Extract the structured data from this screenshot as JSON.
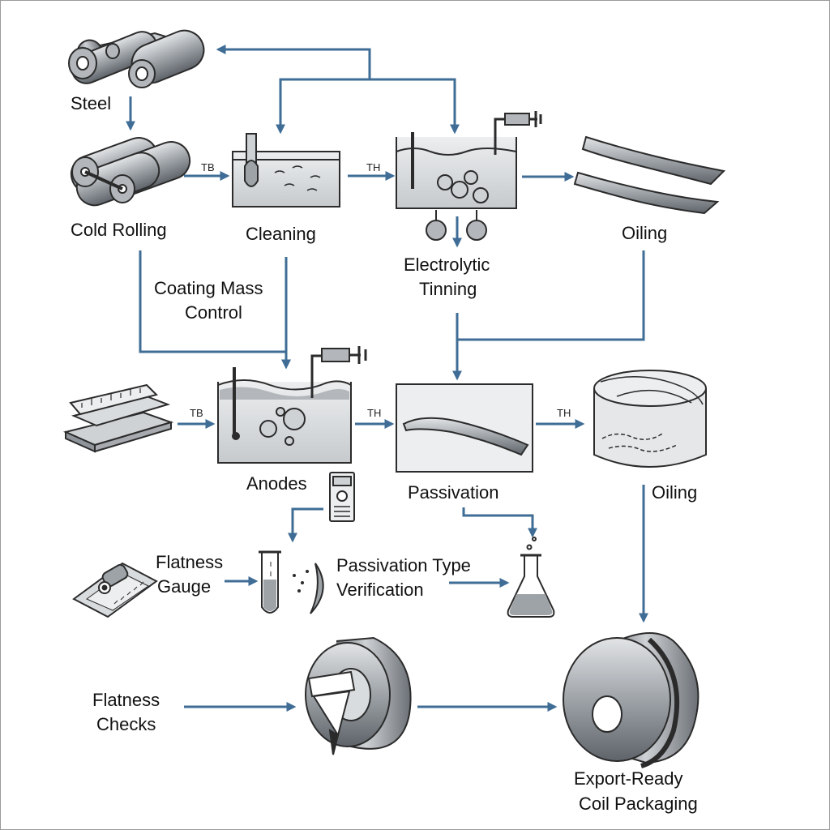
{
  "colors": {
    "arrow": "#3f6d96",
    "outline": "#2b2b2b",
    "metal": "#9aa0a6",
    "liquid": "#d9dcde",
    "paper": "#ffffff"
  },
  "labels": {
    "steel": "Steel",
    "cold_rolling": "Cold Rolling",
    "cleaning": "Cleaning",
    "electrolytic_tinning_1": "Electrolytic",
    "electrolytic_tinning_2": "Tinning",
    "oiling_top": "Oiling",
    "coating_mass_control_1": "Coating Mass",
    "coating_mass_control_2": "Control",
    "anodes": "Anodes",
    "passivation": "Passivation",
    "oiling_mid": "Oiling",
    "flatness_gauge_1": "Flatness",
    "flatness_gauge_2": "Gauge",
    "passivation_type_verification_1": "Passivation Type",
    "passivation_type_verification_2": "Verification",
    "flatness_checks_1": "Flatness",
    "flatness_checks_2": "Checks",
    "export_ready_1": "Export-Ready",
    "export_ready_2": "Coil Packaging"
  },
  "arrow_tags": {
    "rolling_to_cleaning": "TB",
    "cleaning_to_tinning": "TH",
    "plates_to_anodes": "TB",
    "anodes_to_passivation": "TH",
    "passivation_to_oiling": "TH"
  },
  "icons": [
    "steel-rolls-icon",
    "cold-rolling-mill-icon",
    "cleaning-tank-icon",
    "tinning-tank-icon",
    "oiled-sheets-icon",
    "steel-plates-ruler-icon",
    "anodes-tank-icon",
    "passivation-strip-icon",
    "oiled-coil-icon",
    "digital-meter-icon",
    "flatness-gauge-icon",
    "test-tube-icon",
    "flask-icon",
    "coil-checker-icon",
    "export-coil-icon"
  ]
}
